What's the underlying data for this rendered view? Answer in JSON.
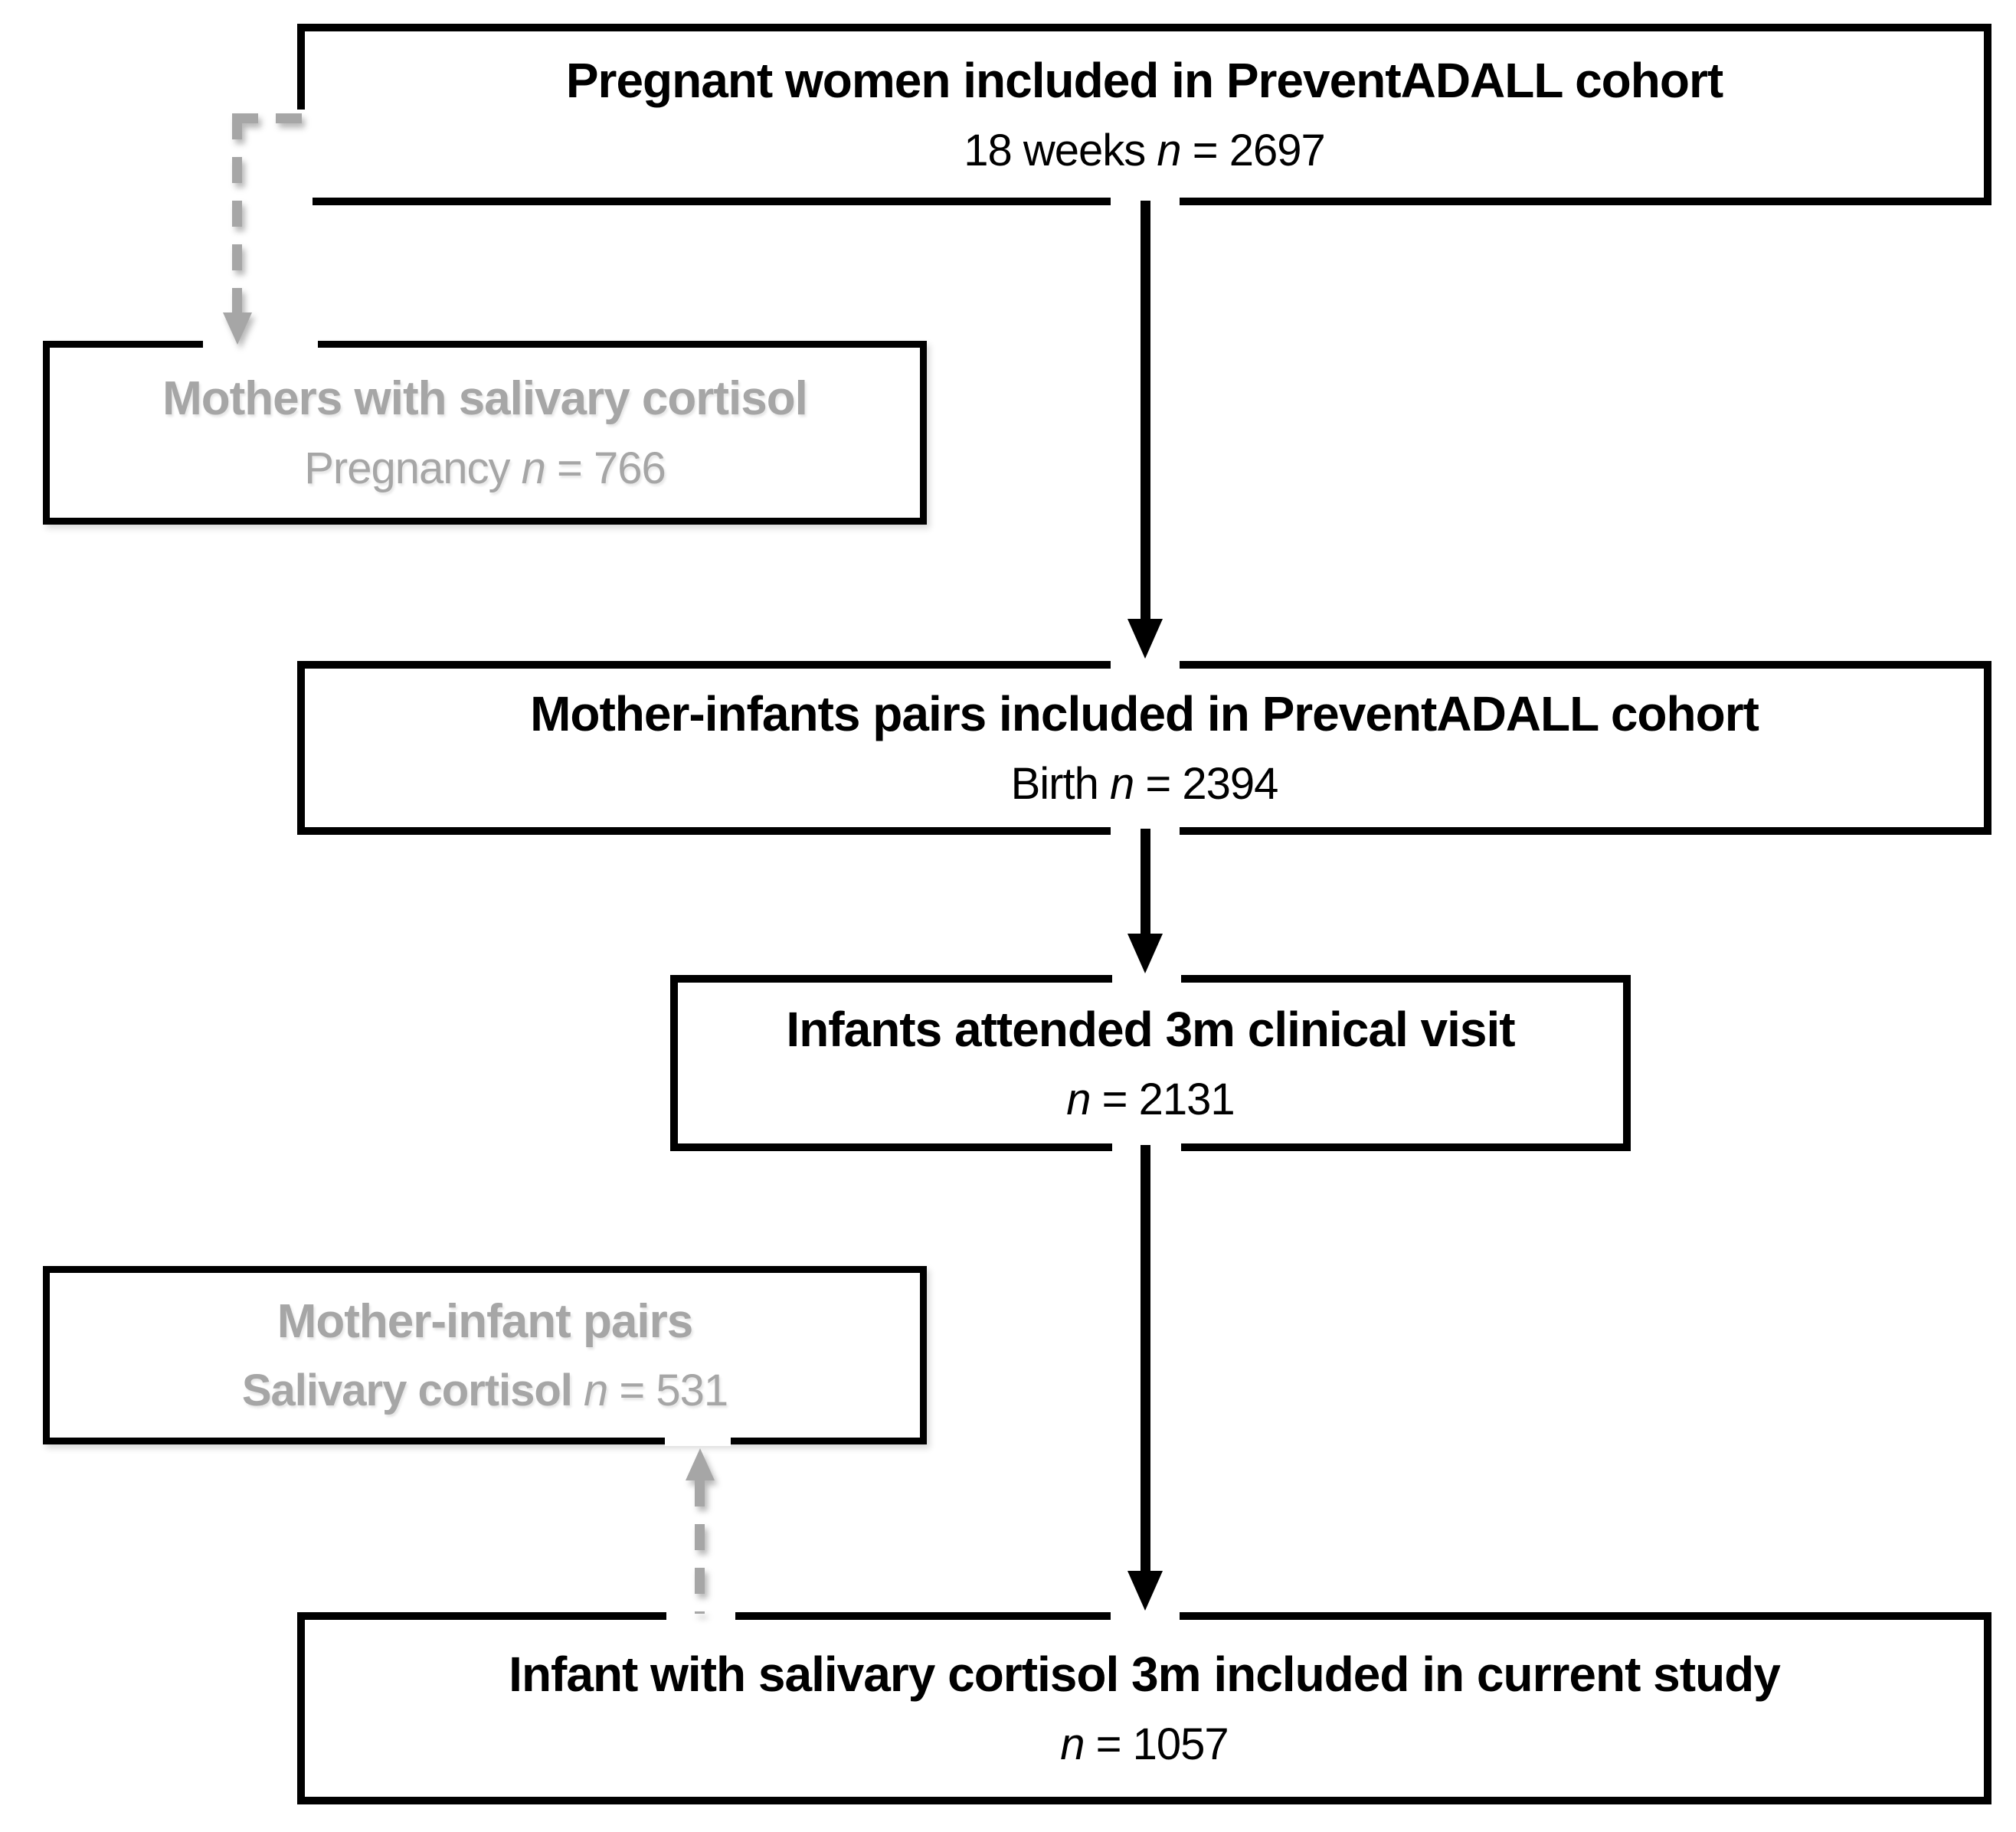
{
  "colors": {
    "box_border": "#000000",
    "main_text": "#000000",
    "muted_text": "#a6a6a6",
    "connector": "#a6a6a6",
    "background": "#ffffff"
  },
  "boxes": {
    "cohort_18w": {
      "line1": "Pregnant women included in PreventADALL cohort",
      "line2_prefix": "18 weeks ",
      "line2_var": "n",
      "line2_value": " = 2697"
    },
    "maternal_cortisol": {
      "line1": "Mothers with salivary cortisol",
      "line2_prefix": "Pregnancy ",
      "line2_var": "n",
      "line2_value": " = 766"
    },
    "birth": {
      "line1": "Mother-infants pairs included in PreventADALL cohort",
      "line2_prefix": "Birth ",
      "line2_var": "n",
      "line2_value": " = 2394"
    },
    "visit_3m": {
      "line1": "Infants attended 3m clinical visit",
      "line2_prefix": "",
      "line2_var": "n",
      "line2_value": " = 2131"
    },
    "pairs_cortisol": {
      "line1": "Mother-infant pairs",
      "line2_prefix": "Salivary cortisol ",
      "line2_var": "n",
      "line2_value": " = 531"
    },
    "current_study": {
      "line1": "Infant with salivary cortisol 3m included in current study",
      "line2_prefix": "",
      "line2_var": "n",
      "line2_value": " = 1057"
    }
  }
}
